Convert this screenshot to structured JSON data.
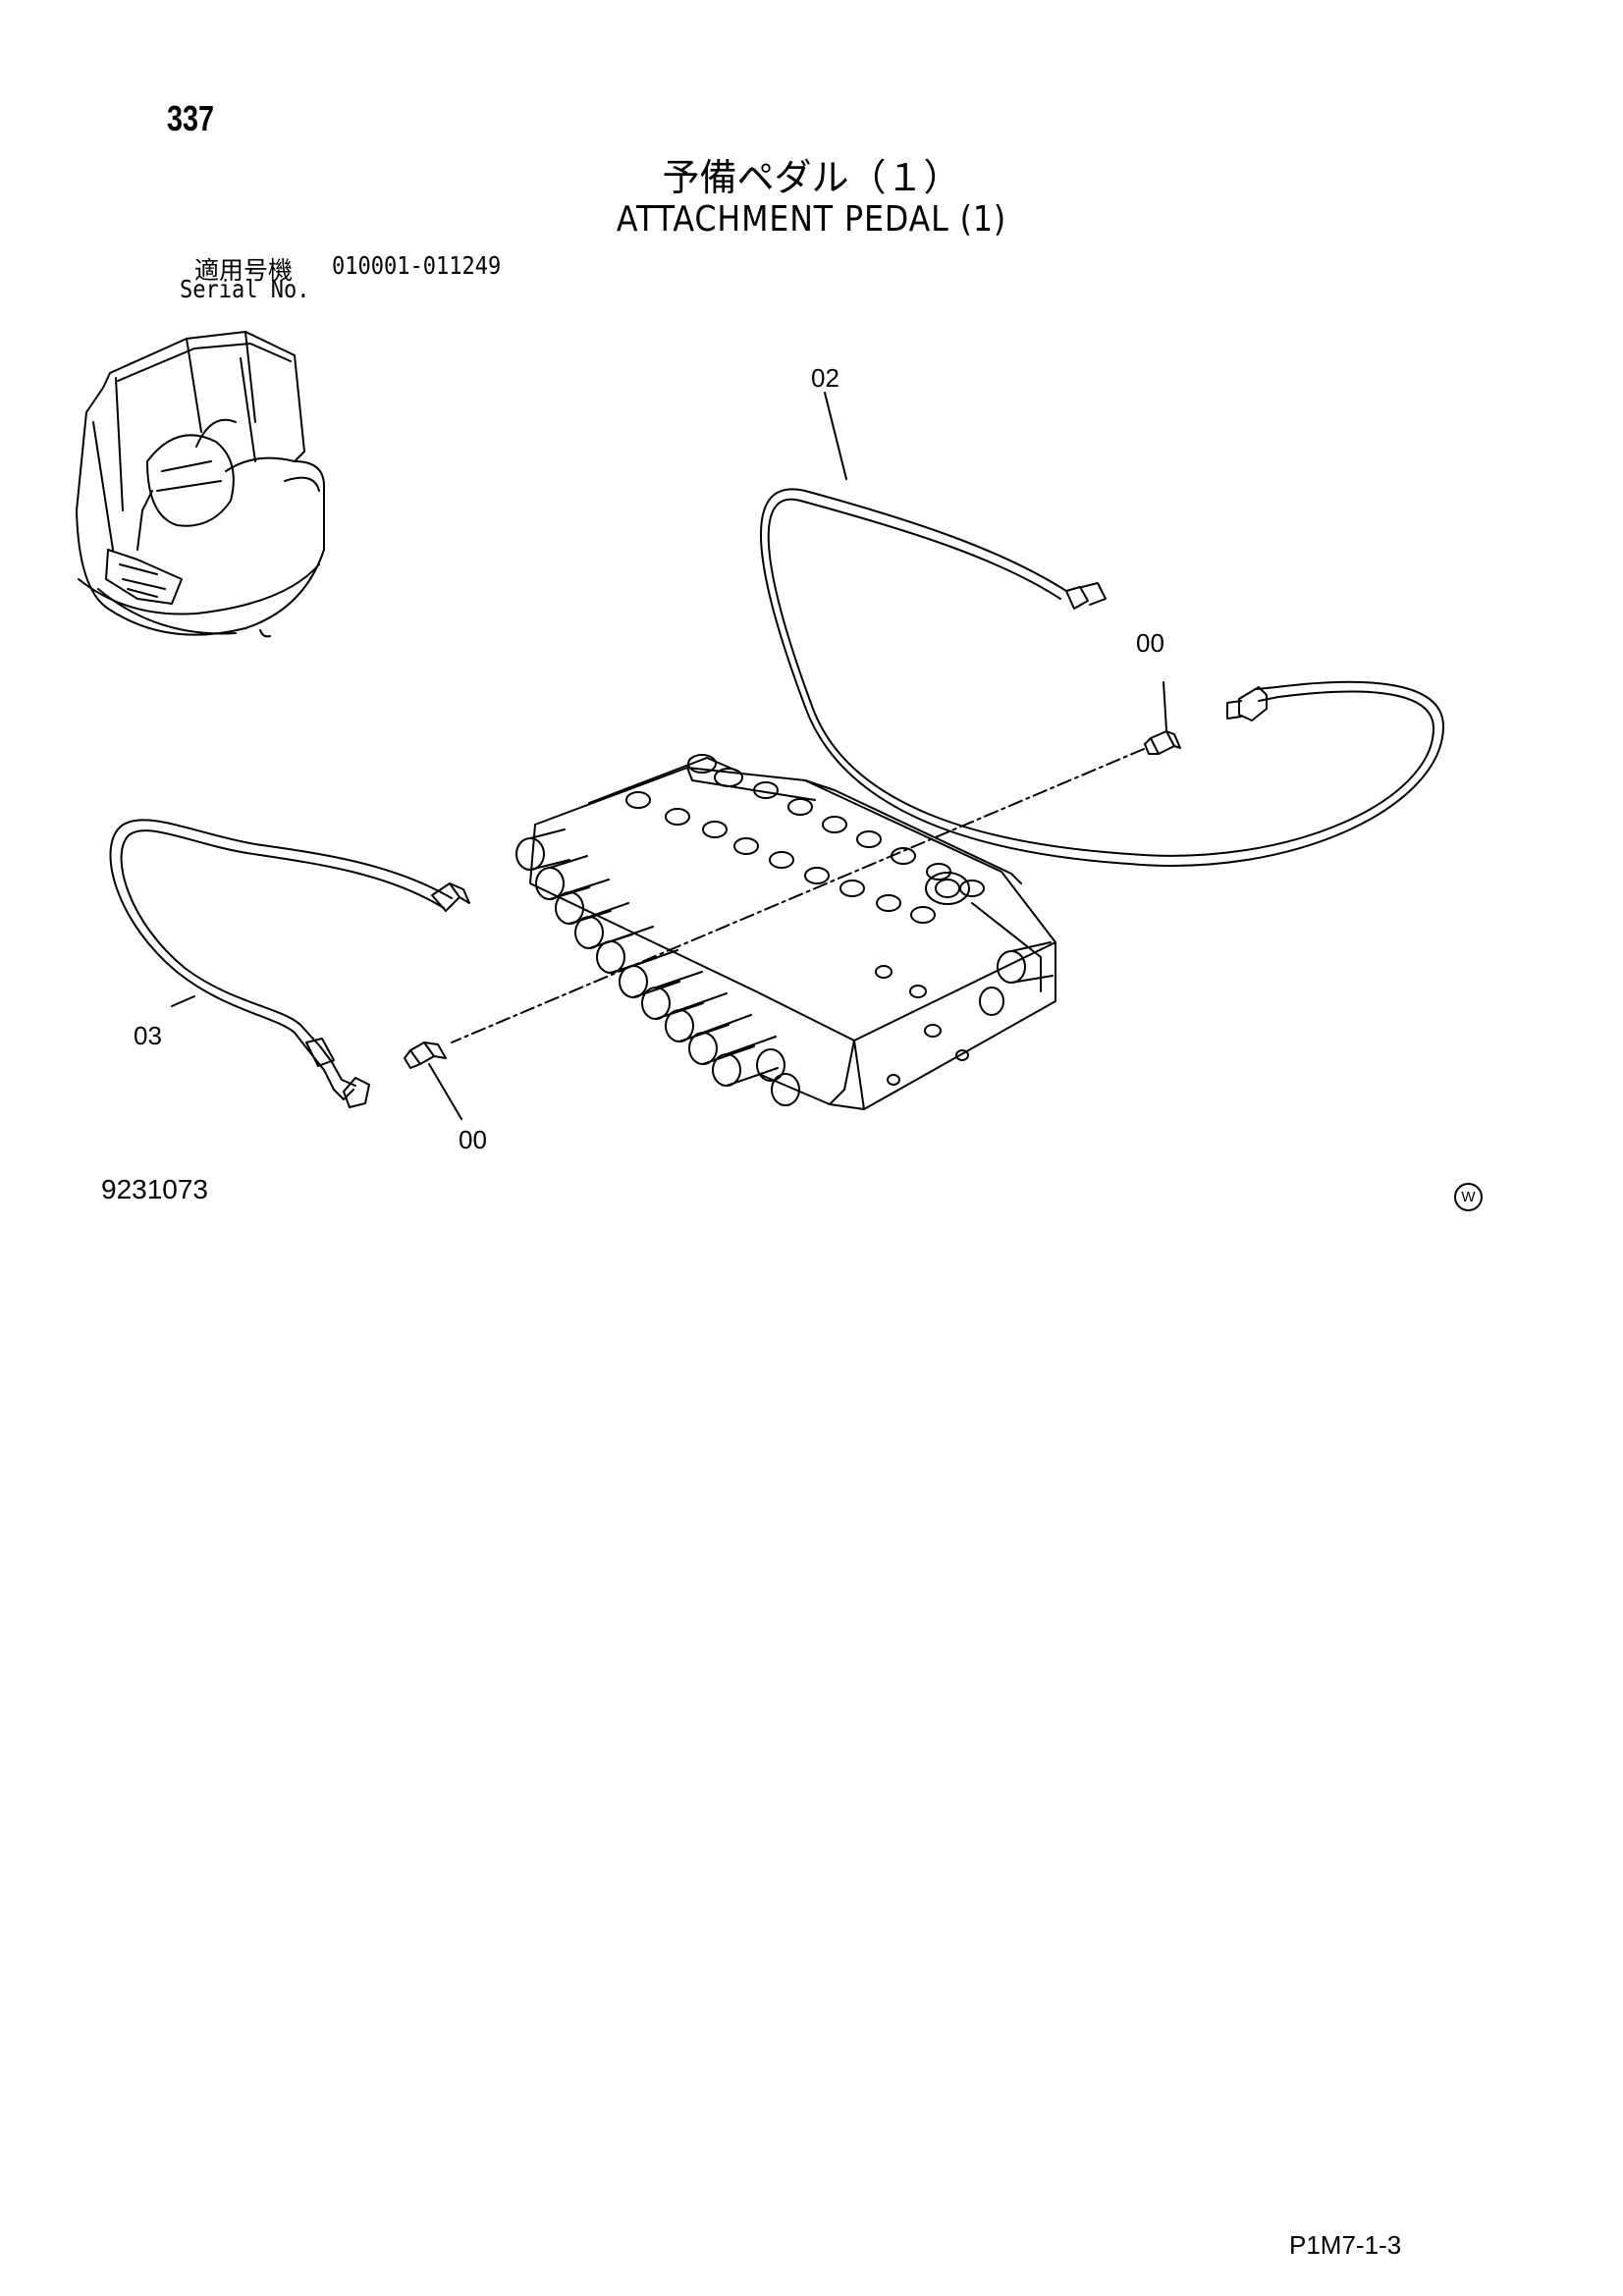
{
  "header": {
    "page_number": "337",
    "title_jp": "予備ペダル（１）",
    "title_en": "ATTACHMENT PEDAL (1)",
    "serial_label_jp": "適用号機",
    "serial_range": "010001-011249",
    "serial_label_en": "Serial No."
  },
  "diagram": {
    "callouts": [
      {
        "id": "callout-02",
        "label": "02"
      },
      {
        "id": "callout-00-top",
        "label": "00"
      },
      {
        "id": "callout-03",
        "label": "03"
      },
      {
        "id": "callout-00-bottom",
        "label": "00"
      }
    ],
    "figure_number": "9231073",
    "w_mark": "W"
  },
  "footer": {
    "page_code": "P1M7-1-3"
  }
}
